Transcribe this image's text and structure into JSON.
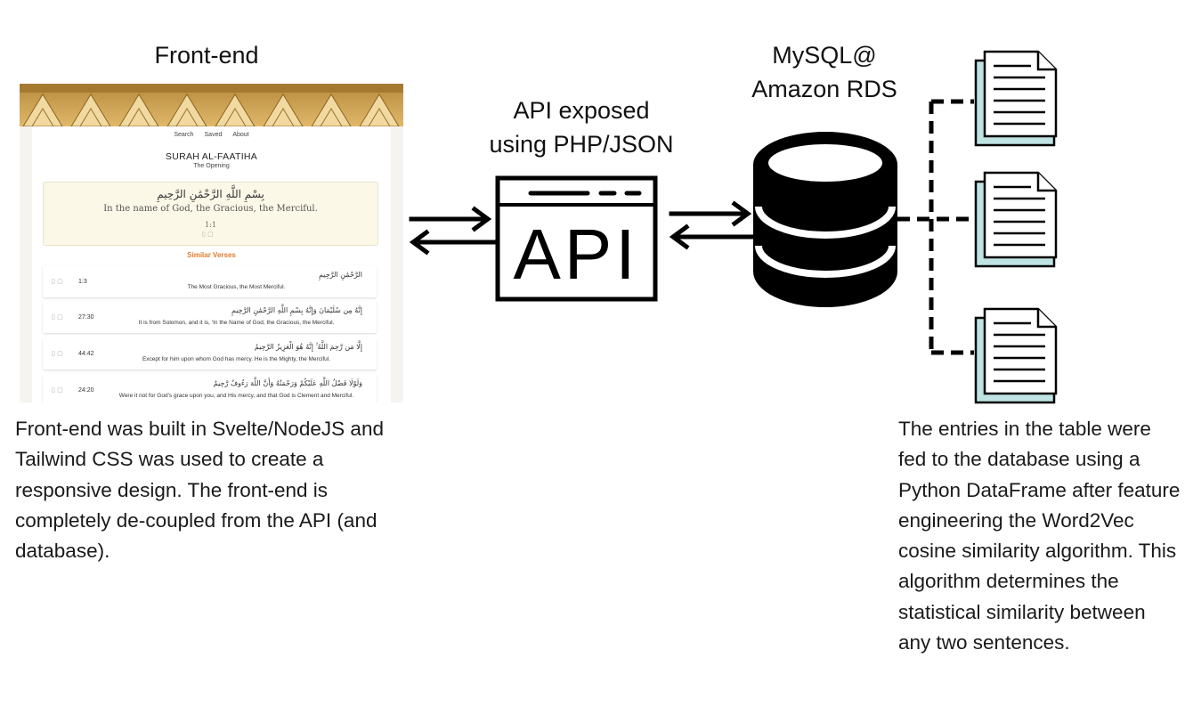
{
  "frontend": {
    "title": "Front-end",
    "description": "Front-end was built in Svelte/NodeJS and Tailwind CSS was used to create a responsive design. The front-end is completely de-coupled from the API (and database).",
    "screenshot": {
      "nav": [
        "Search",
        "Saved",
        "About"
      ],
      "surah_title": "SURAH AL-FAATIHA",
      "surah_subtitle": "The Opening",
      "main_verse": {
        "arabic": "بِسْمِ اللَّهِ الرَّحْمَٰنِ الرَّحِيمِ",
        "english": "In the name of God, the Gracious, the Merciful.",
        "ref": "1:1"
      },
      "similar_heading": "Similar Verses",
      "similar": [
        {
          "ref": "1:3",
          "arabic": "الرَّحْمَٰنِ الرَّحِيمِ",
          "english": "The Most Gracious, the Most Merciful."
        },
        {
          "ref": "27:30",
          "arabic": "إِنَّهُ مِن سُلَيْمَانَ وَإِنَّهُ بِسْمِ اللَّهِ الرَّحْمَٰنِ الرَّحِيمِ",
          "english": "It is from Solomon, and it is, ‘In the Name of God, the Gracious, the Merciful."
        },
        {
          "ref": "44:42",
          "arabic": "إِلَّا مَن رَّحِمَ اللَّهُ ۚ إِنَّهُ هُوَ الْعَزِيزُ الرَّحِيمُ",
          "english": "Except for him upon whom God has mercy. He is the Mighty, the Merciful."
        },
        {
          "ref": "24:20",
          "arabic": "وَلَوْلَا فَضْلُ اللَّهِ عَلَيْكُمْ وَرَحْمَتُهُ وَأَنَّ اللَّهَ رَءُوفٌ رَّحِيمٌ",
          "english": "Were it not for God’s grace upon you, and His mercy, and that God is Clement and Merciful."
        }
      ]
    }
  },
  "api": {
    "title_line1": "API exposed",
    "title_line2": "using PHP/JSON",
    "icon_label": "API"
  },
  "database": {
    "title_line1": "MySQL@",
    "title_line2": "Amazon RDS",
    "description": "The entries in the table were fed to the database using a Python DataFrame after feature engineering the Word2Vec cosine similarity algorithm. This algorithm determines the statistical similarity between any two sentences."
  },
  "colors": {
    "stroke": "#000000",
    "document_shadow": "#bfe3e3",
    "highlight": "#e07b2b",
    "verse_card": "#fcf8e8"
  }
}
